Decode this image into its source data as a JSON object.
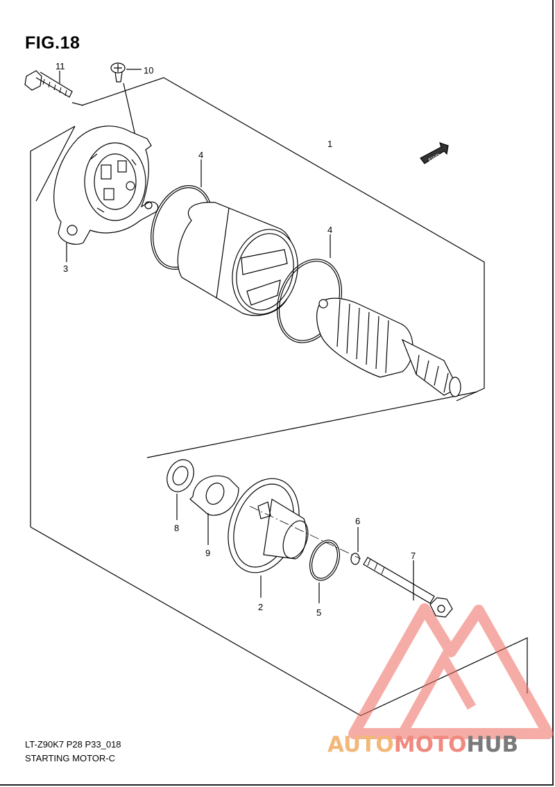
{
  "figure": {
    "title": "FIG.18",
    "code": "LT-Z90K7 P28 P33_018",
    "name": "STARTING MOTOR-C"
  },
  "callouts": {
    "c1": "1",
    "c2": "2",
    "c3": "3",
    "c4a": "4",
    "c4b": "4",
    "c5": "5",
    "c6": "6",
    "c7": "7",
    "c8": "8",
    "c9": "9",
    "c10": "10",
    "c11": "11"
  },
  "fwd_badge": "FWD",
  "watermark": {
    "part1": "AUTO",
    "part2": "MOTO",
    "part3": "HUB",
    "color_light": "#f3b878",
    "color_mid": "#f08a80",
    "color_dark": "#7a7a7a"
  }
}
